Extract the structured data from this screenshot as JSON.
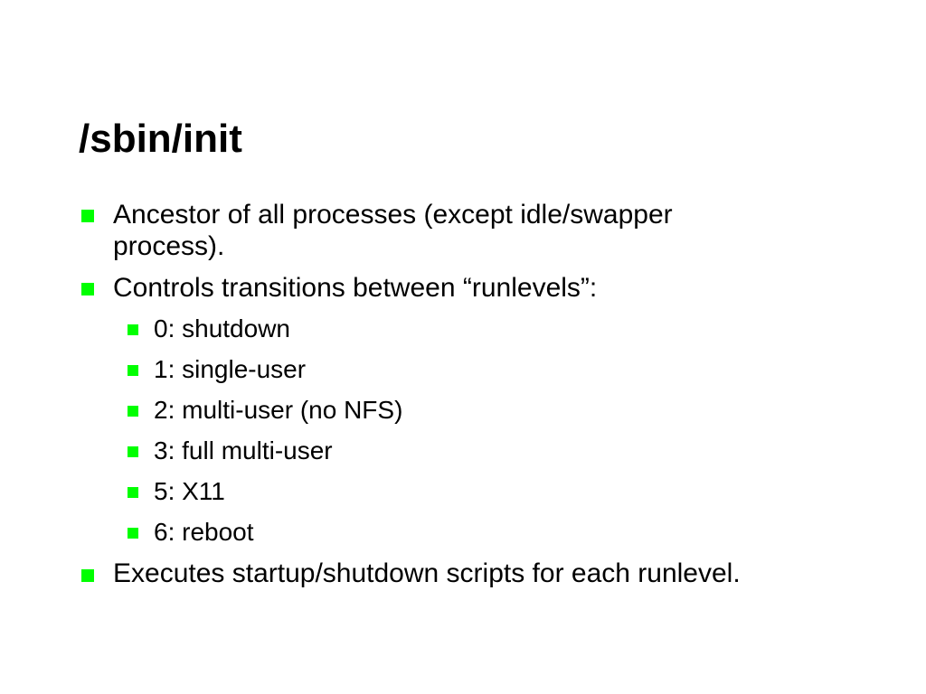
{
  "colors": {
    "bullet_marker": "#00ff00",
    "text": "#000000",
    "background": "#ffffff"
  },
  "slide": {
    "title": "/sbin/init",
    "bullets": [
      {
        "line1": "Ancestor of all processes (except idle/swapper",
        "line2": "process)."
      },
      {
        "line1": "Controls transitions between “runlevels”:"
      },
      {
        "line1": "Executes startup/shutdown scripts for each runlevel."
      }
    ],
    "runlevels": [
      "0: shutdown",
      "1: single-user",
      "2: multi-user (no NFS)",
      "3: full multi-user",
      "5: X11",
      "6: reboot"
    ]
  }
}
